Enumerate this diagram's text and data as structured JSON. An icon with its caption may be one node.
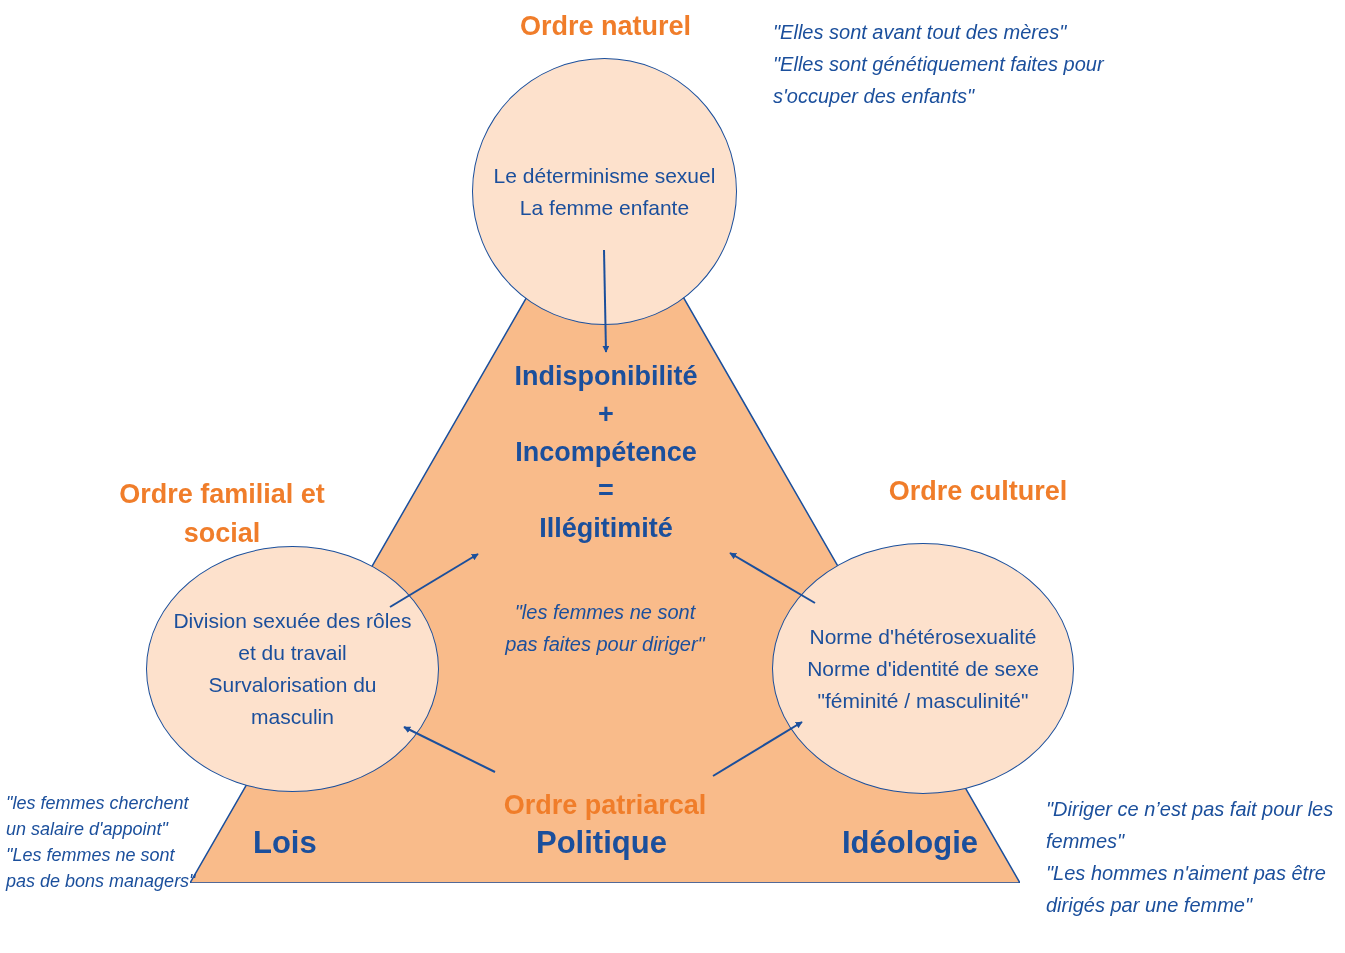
{
  "diagram": {
    "nodes": [
      {
        "text": [],
        "shape": "triangle"
      },
      {
        "text": [
          "Ordre naturel",
          "Le déterminisme sexuel",
          "La femme enfante"
        ],
        "beside": [
          "\"Elles sont avant tout des mères\"",
          "\"Elles sont génétiquement faites pour s'occuper des enfants\""
        ]
      },
      {
        "text": [
          "Indisponibilité",
          "+",
          "Incompétence",
          "=",
          "Illégitimité"
        ],
        "in": 0
      },
      {
        "text": [
          "Ordre familial et social",
          "Division sexuée des rôles et du travail",
          "Survalorisation du masculin"
        ],
        "beside": [
          "\"les femmes cherchent un salaire d'appoint\"",
          "\"Les femmes ne sont pas de bons managers\""
        ]
      },
      {
        "text": [
          "Ordre culturel",
          "Norme d'hétérosexualité",
          "Norme d'identité de sexe",
          "\"féminité / masculinité\""
        ],
        "beside": [
          "\"Diriger ce n’est pas fait pour les femmes\"",
          "\"Les hommes n'aiment pas être dirigés par une femme\""
        ]
      },
      {
        "text": [
          "Ordre patriarcal"
        ],
        "in": 0
      }
    ],
    "edges": [
      {
        "from": 1,
        "to": 2,
        "arrow": "to"
      },
      {
        "from": 3,
        "to": 2,
        "arrow": "to"
      },
      {
        "from": 4,
        "to": 2,
        "arrow": "to"
      },
      {
        "from": 5,
        "to": 3,
        "arrow": "to"
      },
      {
        "from": 5,
        "to": 4,
        "arrow": "to"
      }
    ],
    "labels": [
      "\"les femmes ne sont pas faites pour diriger\"",
      "Lois",
      "Politique",
      "Idéologie"
    ]
  }
}
